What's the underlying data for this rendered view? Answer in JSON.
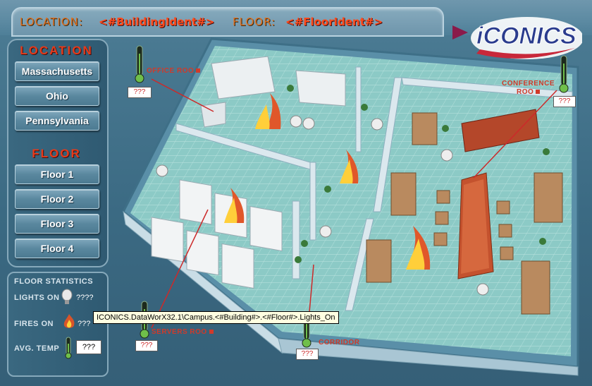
{
  "header": {
    "location_label": "LOCATION:",
    "location_value": "<#BuildingIdent#>",
    "floor_label": "FLOOR:",
    "floor_value": "<#FloorIdent#>"
  },
  "logo": {
    "text": "iCONICS"
  },
  "location_nav": {
    "heading": "LOCATION",
    "items": [
      {
        "label": "Massachusetts"
      },
      {
        "label": "Ohio"
      },
      {
        "label": "Pennsylvania"
      }
    ]
  },
  "floor_nav": {
    "heading": "FLOOR",
    "items": [
      {
        "label": "Floor 1"
      },
      {
        "label": "Floor 2"
      },
      {
        "label": "Floor 3"
      },
      {
        "label": "Floor 4"
      }
    ]
  },
  "floor_stats": {
    "heading": "FLOOR STATISTICS",
    "lights_label": "LIGHTS ON",
    "lights_value": "????",
    "fires_label": "FIRES ON",
    "fires_value": "???",
    "temp_label": "AVG. TEMP",
    "temp_value": "???"
  },
  "rooms": {
    "office": {
      "label": "OFFICE ROO",
      "temp": "???"
    },
    "conference": {
      "label_line1": "CONFERENCE",
      "label_line2": "ROO",
      "temp": "???"
    },
    "servers": {
      "label": "SERVERS ROO",
      "temp": "???"
    },
    "corridor": {
      "label": "CORRIDOR",
      "temp": "???"
    }
  },
  "tooltip": {
    "text": "ICONICS.DataWorX32.1\\Campus.<#Building#>.<#Floor#>.Lights_On"
  },
  "colors": {
    "accent_red": "#e63a1a",
    "header_orange": "#e07020",
    "panel_blue": "#3a6880",
    "floor_teal": "#8ccac6"
  },
  "icons": [
    "thermometer-icon",
    "light-bulb-icon",
    "fire-icon",
    "plant-icon",
    "logo-arrow-icon"
  ]
}
